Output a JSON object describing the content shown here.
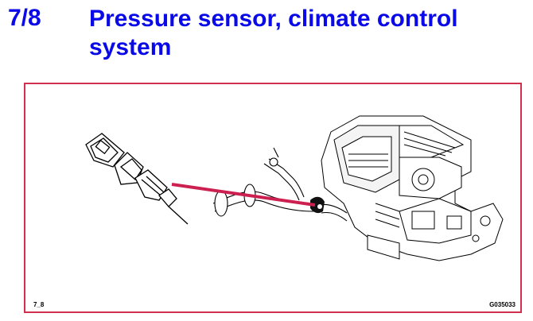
{
  "header": {
    "section_number": "7/8",
    "title": "Pressure sensor, climate control system"
  },
  "figure": {
    "ref_label": "7_8",
    "image_code": "G035033",
    "pointer_color": "#cc2050",
    "frame_color": "#d0304e",
    "components": [
      "pressure-sensor",
      "ac-pipe",
      "climate-unit"
    ]
  }
}
